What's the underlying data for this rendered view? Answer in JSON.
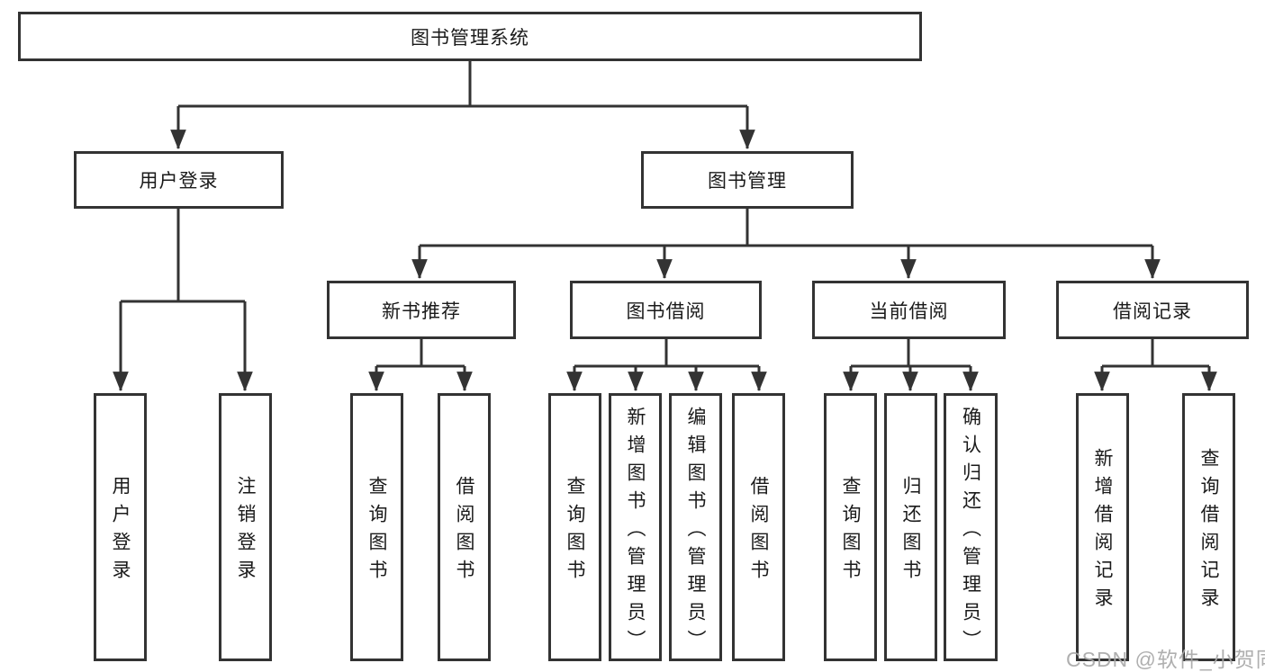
{
  "diagram_title": "图书管理系统",
  "colors": {
    "line": "#333333",
    "text": "#1a1a1a",
    "watermark": "#a9a9a9",
    "background": "#ffffff"
  },
  "nodes": {
    "root": "图书管理系统",
    "level2": {
      "user_login": "用户登录",
      "book_management": "图书管理"
    },
    "level3": {
      "new_book_recommendation": "新书推荐",
      "book_borrowing": "图书借阅",
      "current_borrowing": "当前借阅",
      "borrowing_records": "借阅记录"
    },
    "leaves": {
      "user_login": [
        "用户登录",
        "注销登录"
      ],
      "new_book_recommendation": [
        "查询图书",
        "借阅图书"
      ],
      "book_borrowing": [
        "查询图书",
        "新增图书（管理员）",
        "编辑图书（管理员）",
        "借阅图书"
      ],
      "current_borrowing": [
        "查询图书",
        "归还图书",
        "确认归还（管理员）"
      ],
      "borrowing_records": [
        "新增借阅记录",
        "查询借阅记录"
      ]
    }
  },
  "watermark": "CSDN @软件_小贺同学"
}
